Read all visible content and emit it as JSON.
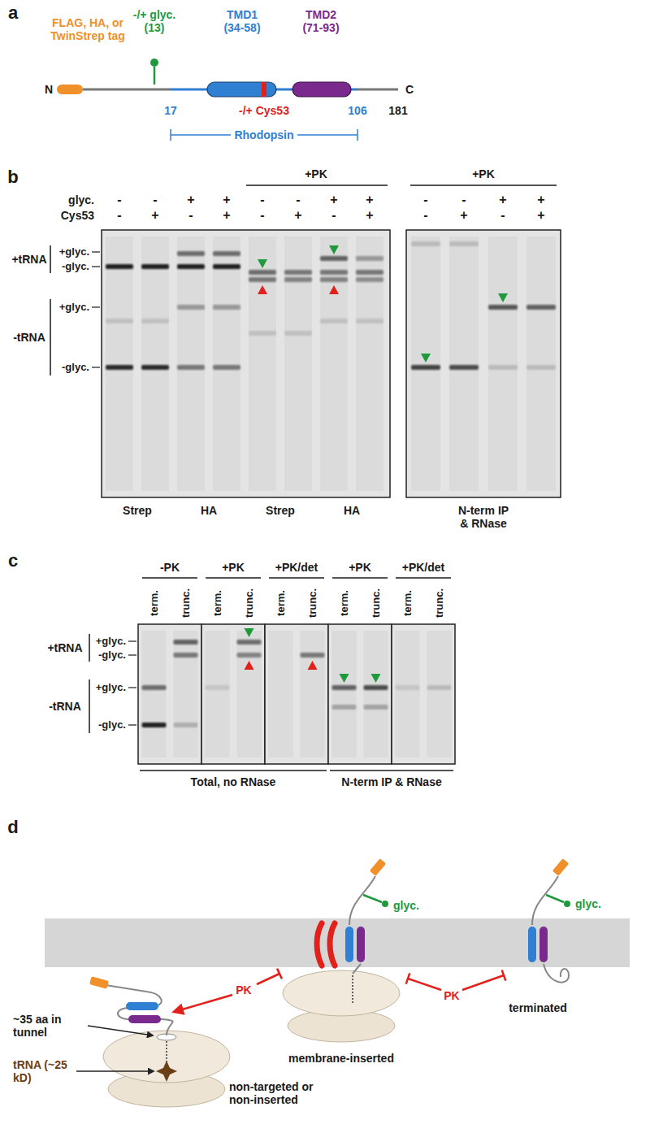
{
  "diagram": {
    "labels": [
      "a",
      "FLAG, HA, or TwinStrep tag",
      "-/+ glyc. (13)",
      "TMD1 (34-58)",
      "TMD2 (71-93)",
      "N",
      "C",
      "17",
      "-/+ Cys53",
      "106",
      "181",
      "Rhodopsin",
      "b",
      "+PK",
      "+PK",
      "glyc.",
      "Cys53",
      "-",
      "-",
      "+",
      "+",
      "-",
      "-",
      "+",
      "+",
      "-",
      "-",
      "+",
      "+",
      "-",
      "+",
      "-",
      "+",
      "-",
      "+",
      "-",
      "+",
      "-",
      "+",
      "-",
      "+",
      "+tRNA",
      "+glyc.",
      "-glyc.",
      "-tRNA",
      "+glyc.",
      "-glyc.",
      "Strep",
      "HA",
      "Strep",
      "HA",
      "N-term IP & RNase",
      "c",
      "-PK",
      "+PK",
      "+PK/det",
      "+PK",
      "+PK/det",
      "term.",
      "trunc.",
      "term.",
      "trunc.",
      "term.",
      "trunc.",
      "term.",
      "trunc.",
      "term.",
      "trunc.",
      "+tRNA",
      "+glyc.",
      "-glyc.",
      "-tRNA",
      "+glyc.",
      "-glyc.",
      "Total, no RNase",
      "N-term IP & RNase",
      "d",
      "~35 aa in tunnel",
      "tRNA (~25 kD)",
      "non-targeted or non-inserted",
      "PK",
      "PK",
      "membrane-inserted",
      "glyc.",
      "glyc.",
      "terminated"
    ]
  }
}
